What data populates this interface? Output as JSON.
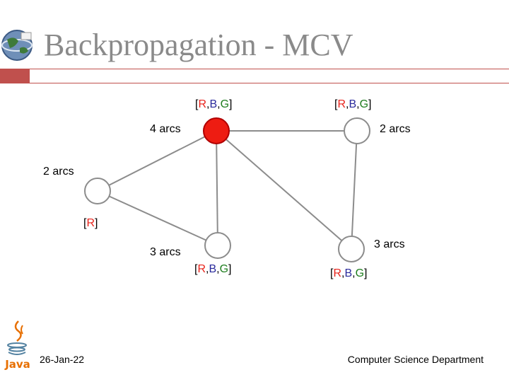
{
  "slide": {
    "title": "Backpropagation - MCV",
    "date": "26-Jan-22",
    "department": "Computer Science Department",
    "java_logo_text": "Java"
  },
  "colors": {
    "accent": "#c0504d",
    "assigned_node": "#ee1c12",
    "unassigned_node": "#ffffff",
    "red": "#e8231b",
    "blue": "#2a2a9c",
    "green": "#1e7d1e"
  },
  "nodes": [
    {
      "id": "top-left",
      "arcs": "4 arcs",
      "domain": [
        "R",
        ",",
        "B",
        ",",
        "G"
      ],
      "assigned": true
    },
    {
      "id": "top-right",
      "arcs": "2 arcs",
      "domain": [
        "R",
        ",",
        "B",
        ",",
        "G"
      ],
      "assigned": false
    },
    {
      "id": "left",
      "arcs": "2 arcs",
      "domain": [
        "R"
      ],
      "assigned": false
    },
    {
      "id": "bottom-mid",
      "arcs": "3 arcs",
      "domain": [
        "R",
        ",",
        "B",
        ",",
        "G"
      ],
      "assigned": false
    },
    {
      "id": "bottom-right",
      "arcs": "3 arcs",
      "domain": [
        "R",
        ",",
        "B",
        ",",
        "G"
      ],
      "assigned": false
    }
  ],
  "edges": [
    [
      "top-left",
      "top-right"
    ],
    [
      "top-left",
      "left"
    ],
    [
      "top-left",
      "bottom-mid"
    ],
    [
      "top-left",
      "bottom-right"
    ],
    [
      "top-right",
      "bottom-right"
    ],
    [
      "left",
      "bottom-mid"
    ]
  ]
}
